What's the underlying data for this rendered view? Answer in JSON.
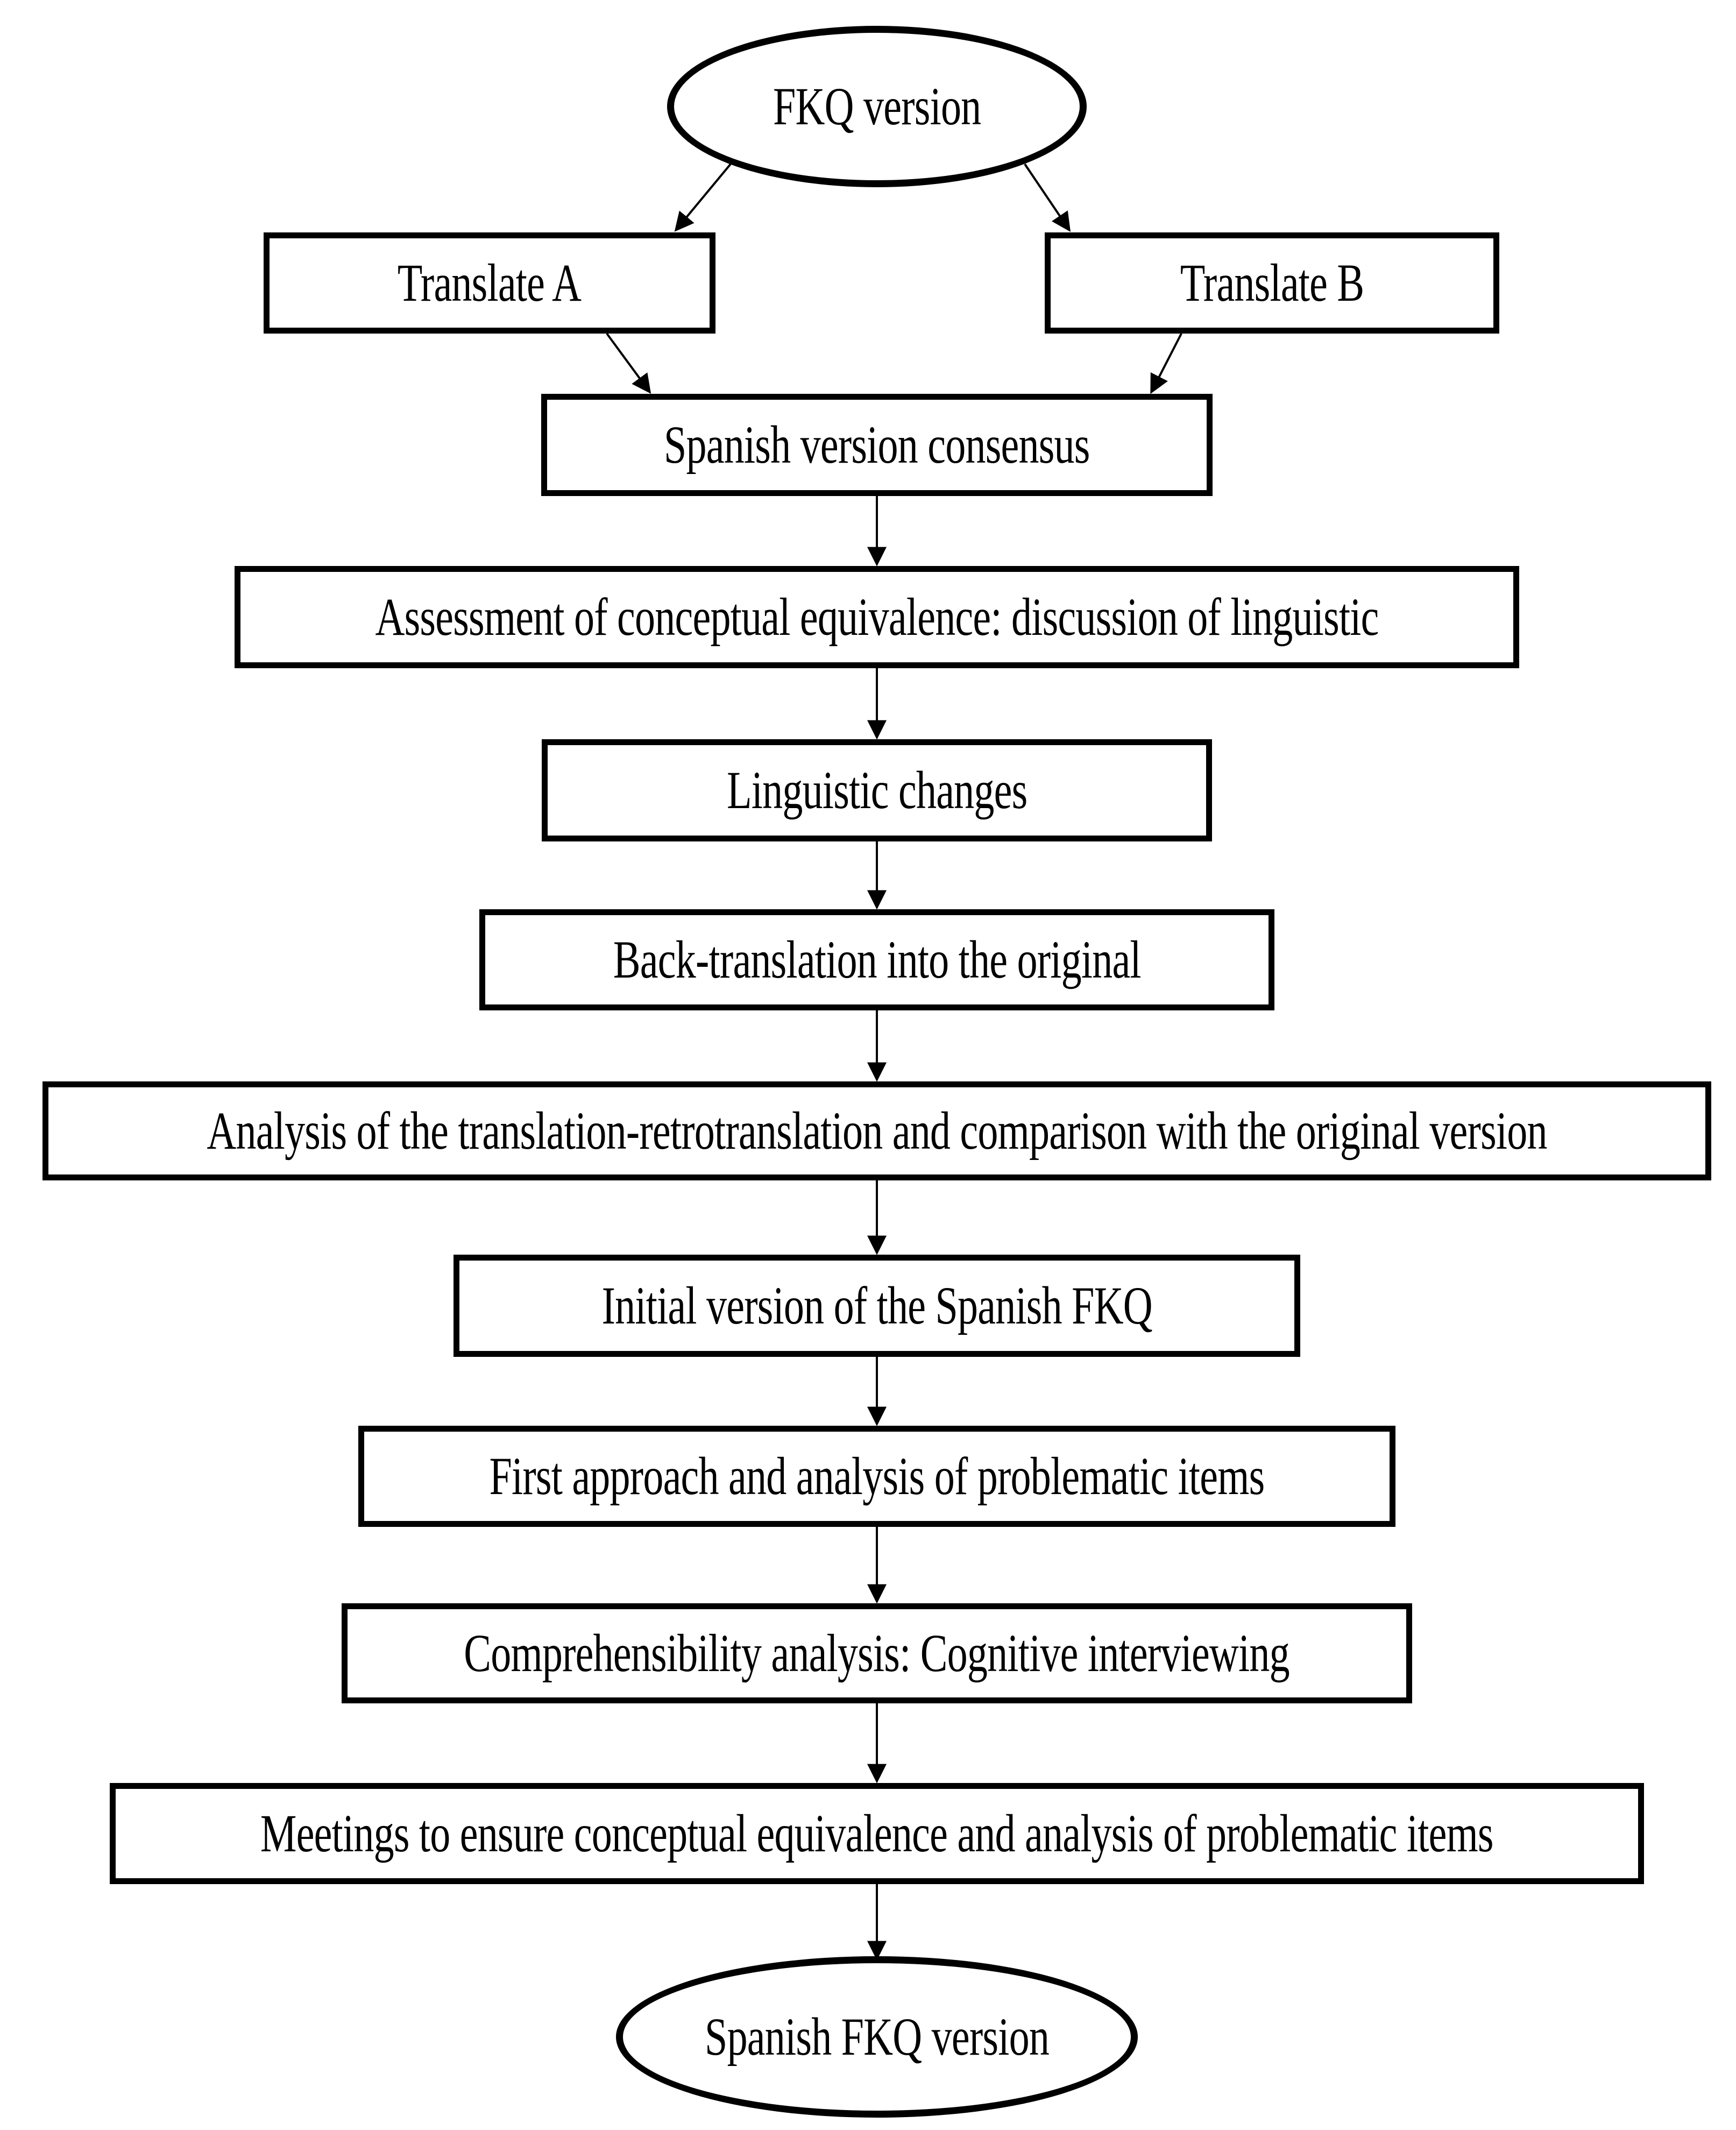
{
  "diagram": {
    "title": "FKQ translation and cross-cultural adaptation flowchart",
    "background_color": "#ffffff",
    "line_color": "#000000",
    "nodes": [
      {
        "id": "fkq-version",
        "shape": "ellipse",
        "label": "FKQ version"
      },
      {
        "id": "translate-a",
        "shape": "rectangle",
        "label": "Translate A"
      },
      {
        "id": "translate-b",
        "shape": "rectangle",
        "label": "Translate B"
      },
      {
        "id": "spanish-version-consensus",
        "shape": "rectangle",
        "label": "Spanish version consensus"
      },
      {
        "id": "assessment",
        "shape": "rectangle",
        "label": "Assessment of conceptual equivalence: discussion of linguistic"
      },
      {
        "id": "linguistic-changes",
        "shape": "rectangle",
        "label": "Linguistic changes"
      },
      {
        "id": "back-translation",
        "shape": "rectangle",
        "label": "Back-translation into the original"
      },
      {
        "id": "analysis-comparison",
        "shape": "rectangle",
        "label": "Analysis of the translation-retrotranslation and comparison with the original version"
      },
      {
        "id": "initial-version",
        "shape": "rectangle",
        "label": "Initial version of the Spanish FKQ"
      },
      {
        "id": "first-approach",
        "shape": "rectangle",
        "label": "First approach and analysis of problematic items"
      },
      {
        "id": "comprehensibility",
        "shape": "rectangle",
        "label": "Comprehensibility analysis: Cognitive interviewing"
      },
      {
        "id": "meetings",
        "shape": "rectangle",
        "label": "Meetings to ensure conceptual equivalence and analysis of problematic items"
      },
      {
        "id": "spanish-fkq-version",
        "shape": "ellipse",
        "label": "Spanish FKQ version"
      }
    ],
    "edges": [
      {
        "from": "fkq-version",
        "to": "translate-a"
      },
      {
        "from": "fkq-version",
        "to": "translate-b"
      },
      {
        "from": "translate-a",
        "to": "spanish-version-consensus"
      },
      {
        "from": "translate-b",
        "to": "spanish-version-consensus"
      },
      {
        "from": "spanish-version-consensus",
        "to": "assessment"
      },
      {
        "from": "assessment",
        "to": "linguistic-changes"
      },
      {
        "from": "linguistic-changes",
        "to": "back-translation"
      },
      {
        "from": "back-translation",
        "to": "analysis-comparison"
      },
      {
        "from": "analysis-comparison",
        "to": "initial-version"
      },
      {
        "from": "initial-version",
        "to": "first-approach"
      },
      {
        "from": "first-approach",
        "to": "comprehensibility"
      },
      {
        "from": "comprehensibility",
        "to": "meetings"
      },
      {
        "from": "meetings",
        "to": "spanish-fkq-version"
      }
    ]
  }
}
